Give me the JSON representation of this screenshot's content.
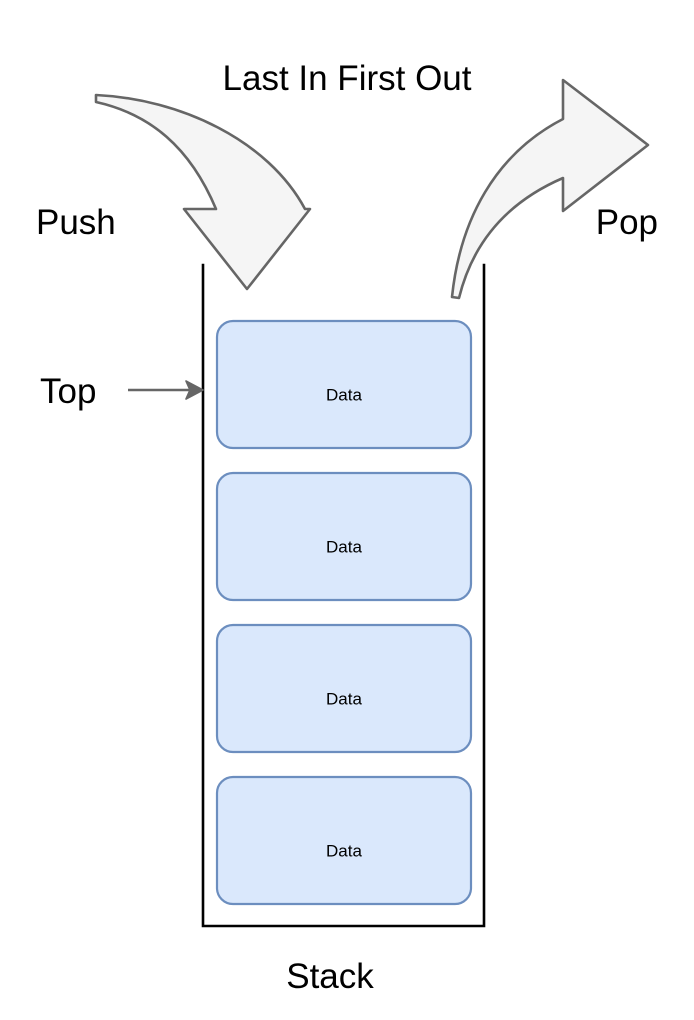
{
  "diagram": {
    "title": "Last In First Out",
    "container_label": "Stack",
    "pointer_label": "Top",
    "push_label": "Push",
    "pop_label": "Pop",
    "cells": [
      {
        "label": "Data"
      },
      {
        "label": "Data"
      },
      {
        "label": "Data"
      },
      {
        "label": "Data"
      }
    ],
    "colors": {
      "cell_fill": "#dae8fc",
      "cell_stroke": "#6c8ebf",
      "arrow_fill": "#f5f5f5",
      "arrow_stroke": "#666666",
      "wall_stroke": "#000000",
      "pointer_arrow": "#666666",
      "background": "#ffffff",
      "text": "#000000"
    },
    "icons": {
      "push_arrow": "curved-down-arrow-icon",
      "pop_arrow": "curved-right-arrow-icon",
      "top_pointer": "right-arrow-icon"
    }
  }
}
